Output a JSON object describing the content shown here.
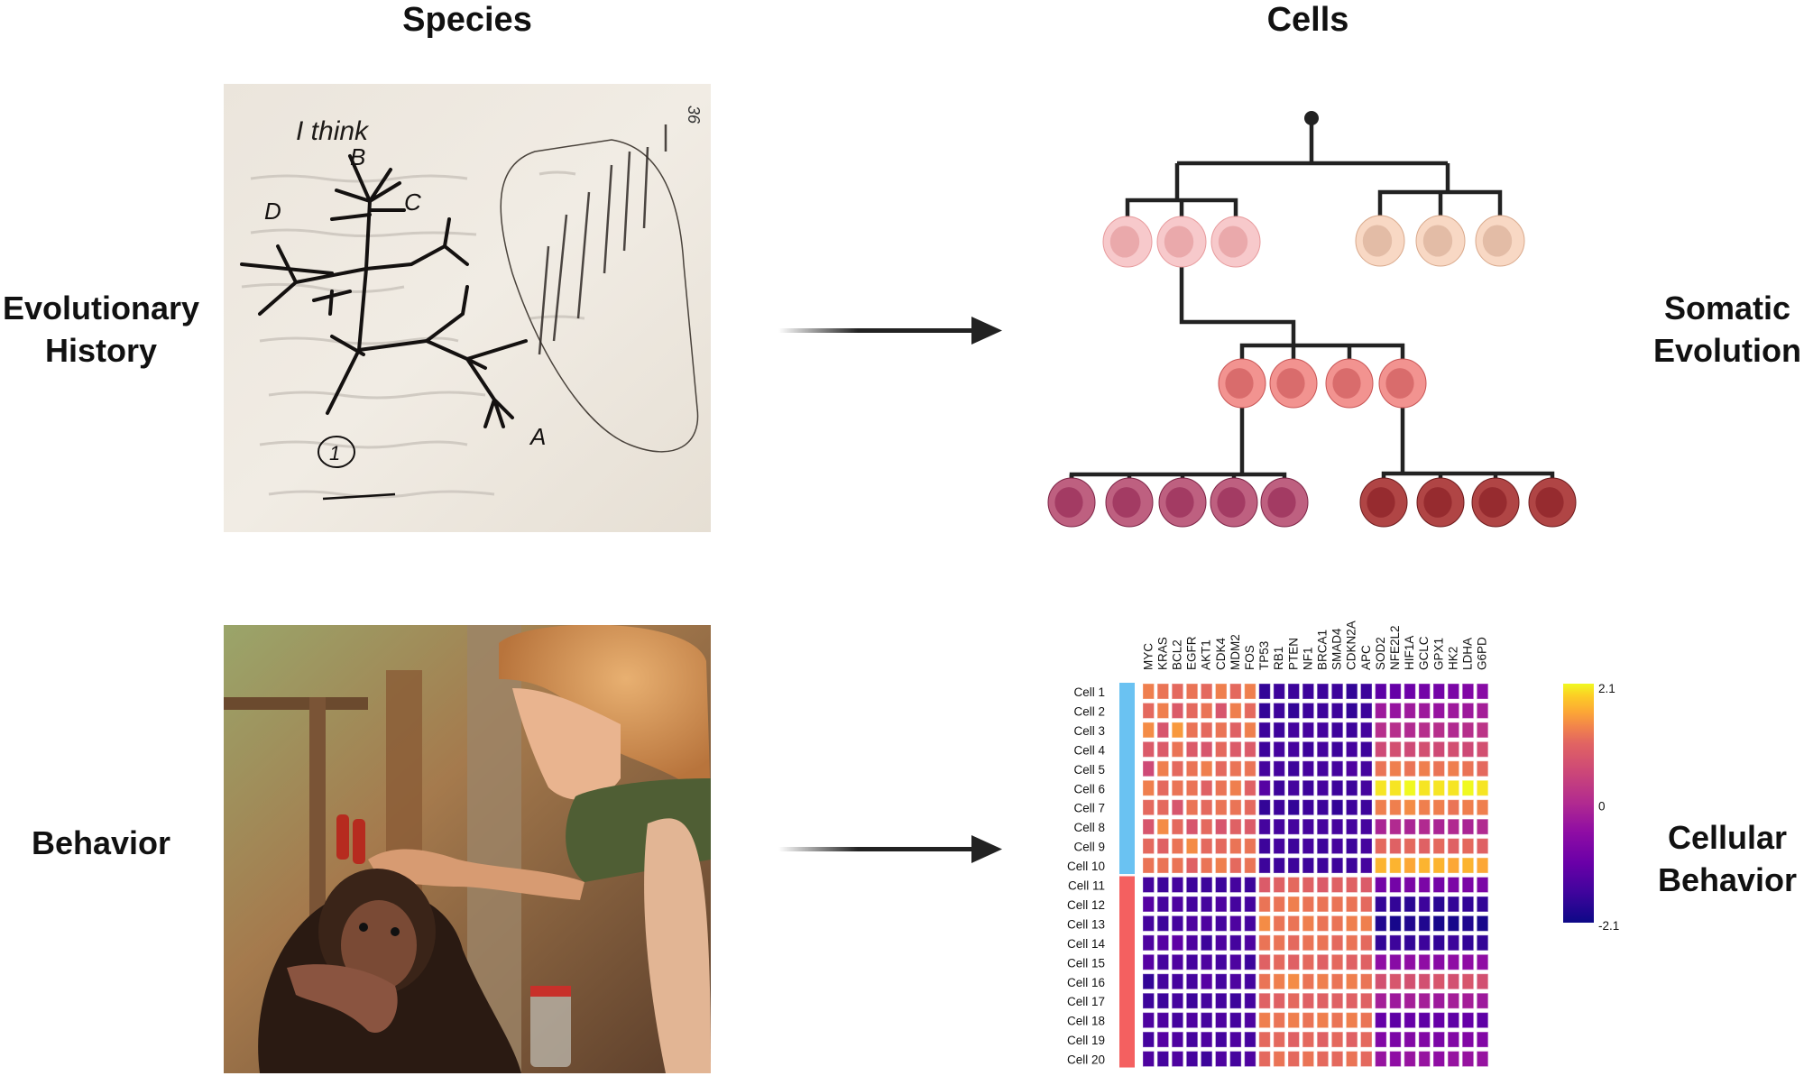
{
  "headers": {
    "left": "Species",
    "right": "Cells"
  },
  "row_labels": {
    "evolution_left": [
      "Evolutionary",
      "History"
    ],
    "evolution_right": [
      "Somatic",
      "Evolution"
    ],
    "behavior_left": [
      "Behavior"
    ],
    "behavior_right": [
      "Cellular",
      "Behavior"
    ]
  },
  "images": {
    "darwin_sketch": {
      "description": "Hand-drawn evolutionary tree sketch with note 'I think'",
      "handwritten_title": "I think",
      "page_number": "36",
      "branch_labels": [
        "A",
        "B",
        "C",
        "D",
        "1"
      ]
    },
    "chimp_photo": {
      "description": "Photo of a researcher touching the head of a young chimpanzee"
    }
  },
  "arrows": [
    {
      "from": "evolutionary-history",
      "to": "somatic-evolution"
    },
    {
      "from": "behavior",
      "to": "cellular-behavior"
    }
  ],
  "lineage_tree": {
    "root_color": "#222222",
    "line_color": "#222222",
    "tiers": [
      {
        "name": "tier-1-left",
        "count": 3,
        "outer": "#f7c9cb",
        "inner": "#eaa9ab",
        "stroke": "#e79a9c"
      },
      {
        "name": "tier-1-right",
        "count": 3,
        "outer": "#f8d8c4",
        "inner": "#e3bca6",
        "stroke": "#d9a98c"
      },
      {
        "name": "tier-2",
        "count": 4,
        "outer": "#f29390",
        "inner": "#d96c6c",
        "stroke": "#c85555"
      },
      {
        "name": "tier-3-left",
        "count": 5,
        "outer": "#be6080",
        "inner": "#a33b63",
        "stroke": "#7d2446"
      },
      {
        "name": "tier-3-right",
        "count": 4,
        "outer": "#b04545",
        "inner": "#962b2f",
        "stroke": "#6d1a1c"
      }
    ]
  },
  "chart_data": {
    "type": "heatmap",
    "title": "",
    "columns": [
      "MYC",
      "KRAS",
      "BCL2",
      "EGFR",
      "AKT1",
      "CDK4",
      "MDM2",
      "FOS",
      "TP53",
      "RB1",
      "PTEN",
      "NF1",
      "BRCA1",
      "SMAD4",
      "CDKN2A",
      "APC",
      "SOD2",
      "NFE2L2",
      "HIF1A",
      "GCLC",
      "GPX1",
      "HK2",
      "LDHA",
      "G6PD"
    ],
    "rows": [
      "Cell 1",
      "Cell 2",
      "Cell 3",
      "Cell 4",
      "Cell 5",
      "Cell 6",
      "Cell 7",
      "Cell 8",
      "Cell 9",
      "Cell 10",
      "Cell 11",
      "Cell 12",
      "Cell 13",
      "Cell 14",
      "Cell 15",
      "Cell 16",
      "Cell 17",
      "Cell 18",
      "Cell 19",
      "Cell 20"
    ],
    "row_groups": [
      {
        "name": "group-1",
        "rows": [
          1,
          10
        ],
        "color": "#6ac2f2"
      },
      {
        "name": "group-2",
        "rows": [
          11,
          20
        ],
        "color": "#f46060"
      }
    ],
    "values": [
      [
        1.3,
        1.2,
        1.1,
        1.2,
        1.1,
        1.3,
        1.1,
        1.3,
        -1.7,
        -1.6,
        -1.6,
        -1.6,
        -1.6,
        -1.6,
        -1.7,
        -1.6,
        -1.2,
        -1.1,
        -1.0,
        -0.9,
        -0.9,
        -0.8,
        -0.7,
        -0.6
      ],
      [
        1.1,
        1.3,
        0.9,
        1.1,
        1.2,
        0.8,
        1.3,
        1.1,
        -1.7,
        -1.6,
        -1.7,
        -1.6,
        -1.6,
        -1.6,
        -1.7,
        -1.6,
        -0.3,
        -0.4,
        -0.3,
        -0.3,
        -0.4,
        -0.3,
        -0.3,
        -0.2
      ],
      [
        1.4,
        0.8,
        1.5,
        1.2,
        1.1,
        1.2,
        1.0,
        1.3,
        -1.6,
        -1.6,
        -1.5,
        -1.5,
        -1.5,
        -1.6,
        -1.6,
        -1.5,
        0.1,
        0.1,
        0.0,
        0.1,
        0.1,
        0.0,
        0.1,
        0.2
      ],
      [
        0.9,
        0.9,
        1.2,
        0.9,
        0.8,
        1.1,
        0.9,
        0.9,
        -1.6,
        -1.5,
        -1.5,
        -1.6,
        -1.5,
        -1.6,
        -1.5,
        -1.6,
        0.6,
        0.7,
        0.6,
        0.7,
        0.6,
        0.7,
        0.6,
        0.7
      ],
      [
        0.6,
        1.3,
        1.1,
        1.2,
        1.3,
        1.1,
        1.2,
        1.2,
        -1.5,
        -1.5,
        -1.6,
        -1.5,
        -1.5,
        -1.5,
        -1.4,
        -1.5,
        1.2,
        1.3,
        1.2,
        1.3,
        1.2,
        1.3,
        1.2,
        1.1
      ],
      [
        1.3,
        1.1,
        1.2,
        1.2,
        1.0,
        1.2,
        1.3,
        1.0,
        -1.3,
        -1.6,
        -1.5,
        -1.6,
        -1.5,
        -1.6,
        -1.6,
        -1.5,
        2.0,
        2.0,
        2.1,
        2.0,
        2.0,
        2.0,
        2.1,
        2.0
      ],
      [
        1.1,
        1.1,
        0.8,
        1.2,
        1.1,
        1.2,
        1.2,
        1.1,
        -1.7,
        -1.6,
        -1.7,
        -1.6,
        -1.6,
        -1.7,
        -1.6,
        -1.6,
        1.3,
        1.3,
        1.4,
        1.3,
        1.3,
        1.2,
        1.3,
        1.3
      ],
      [
        0.8,
        1.4,
        1.1,
        0.8,
        1.1,
        0.8,
        1.0,
        0.9,
        -1.5,
        -1.5,
        -1.5,
        -1.5,
        -1.5,
        -1.5,
        -1.5,
        -1.5,
        -0.1,
        0.0,
        -0.1,
        0.0,
        -0.1,
        0.0,
        -0.1,
        0.0
      ],
      [
        1.1,
        1.0,
        1.2,
        1.4,
        1.1,
        1.1,
        1.2,
        1.2,
        -1.6,
        -1.5,
        -1.6,
        -1.5,
        -1.6,
        -1.5,
        -1.6,
        -1.5,
        1.1,
        1.0,
        1.1,
        1.0,
        1.1,
        1.0,
        1.1,
        1.0
      ],
      [
        1.2,
        1.2,
        1.2,
        1.0,
        1.2,
        1.3,
        1.1,
        1.2,
        -1.6,
        -1.6,
        -1.6,
        -1.6,
        -1.6,
        -1.6,
        -1.6,
        -1.5,
        1.7,
        1.7,
        1.6,
        1.7,
        1.7,
        1.6,
        1.7,
        1.6
      ],
      [
        -1.5,
        -1.6,
        -1.5,
        -1.6,
        -1.6,
        -1.6,
        -1.5,
        -1.6,
        0.9,
        1.0,
        1.1,
        1.0,
        0.9,
        1.0,
        1.0,
        0.9,
        -0.9,
        -0.9,
        -0.8,
        -0.8,
        -0.9,
        -0.8,
        -0.8,
        -0.8
      ],
      [
        -1.3,
        -1.5,
        -1.4,
        -1.5,
        -1.5,
        -1.4,
        -1.5,
        -1.5,
        1.2,
        1.2,
        1.3,
        1.2,
        1.2,
        1.2,
        1.2,
        1.1,
        -1.7,
        -1.7,
        -1.8,
        -1.6,
        -1.8,
        -1.7,
        -1.7,
        -1.7
      ],
      [
        -1.5,
        -1.6,
        -1.5,
        -1.4,
        -1.4,
        -1.5,
        -1.4,
        -1.5,
        1.4,
        1.2,
        1.2,
        1.3,
        1.2,
        1.2,
        1.3,
        1.3,
        -1.9,
        -2.0,
        -1.9,
        -1.9,
        -2.0,
        -2.0,
        -1.9,
        -2.0
      ],
      [
        -1.4,
        -1.3,
        -1.2,
        -1.4,
        -1.6,
        -1.4,
        -1.5,
        -1.4,
        1.2,
        1.2,
        1.1,
        1.2,
        1.2,
        1.1,
        1.2,
        1.1,
        -1.7,
        -1.6,
        -1.7,
        -1.6,
        -1.7,
        -1.6,
        -1.7,
        -1.7
      ],
      [
        -1.3,
        -1.5,
        -1.4,
        -1.5,
        -1.4,
        -1.5,
        -1.4,
        -1.6,
        1.0,
        1.1,
        1.0,
        1.1,
        1.0,
        1.1,
        1.0,
        1.0,
        -0.5,
        -0.6,
        -0.5,
        -0.5,
        -0.6,
        -0.5,
        -0.5,
        -0.5
      ],
      [
        -1.7,
        -1.5,
        -1.5,
        -1.5,
        -1.3,
        -1.5,
        -1.4,
        -1.5,
        1.2,
        1.3,
        1.4,
        1.2,
        1.3,
        1.2,
        1.3,
        1.2,
        0.7,
        0.8,
        0.7,
        0.7,
        0.8,
        0.7,
        0.8,
        0.7
      ],
      [
        -1.6,
        -1.6,
        -1.5,
        -1.6,
        -1.5,
        -1.5,
        -1.6,
        -1.5,
        1.0,
        1.0,
        1.1,
        1.0,
        1.0,
        1.0,
        1.0,
        1.0,
        -0.2,
        -0.3,
        -0.2,
        -0.2,
        -0.3,
        -0.2,
        -0.2,
        -0.3
      ],
      [
        -1.4,
        -1.4,
        -1.5,
        -1.4,
        -1.5,
        -1.4,
        -1.5,
        -1.4,
        1.3,
        1.2,
        1.3,
        1.2,
        1.3,
        1.2,
        1.3,
        1.2,
        -1.1,
        -1.2,
        -1.1,
        -1.2,
        -1.1,
        -1.2,
        -1.1,
        -1.2
      ],
      [
        -1.5,
        -1.3,
        -1.4,
        -1.5,
        -1.4,
        -1.5,
        -1.4,
        -1.5,
        1.1,
        1.1,
        1.0,
        1.1,
        1.0,
        1.1,
        1.0,
        1.1,
        -0.7,
        -0.8,
        -0.7,
        -0.7,
        -0.8,
        -0.7,
        -0.7,
        -0.7
      ],
      [
        -1.4,
        -1.5,
        -1.4,
        -1.5,
        -1.6,
        -1.4,
        -1.5,
        -1.4,
        1.1,
        1.2,
        1.1,
        1.2,
        1.1,
        1.1,
        1.2,
        1.1,
        -0.4,
        -0.5,
        -0.4,
        -0.4,
        -0.5,
        -0.4,
        -0.4,
        -0.4
      ]
    ],
    "colorscale": "plasma",
    "colorbar": {
      "min": -2.1,
      "max": 2.1,
      "ticks": [
        "2.1",
        "0",
        "-2.1"
      ],
      "position": "right"
    },
    "xlabel": "",
    "ylabel": ""
  }
}
